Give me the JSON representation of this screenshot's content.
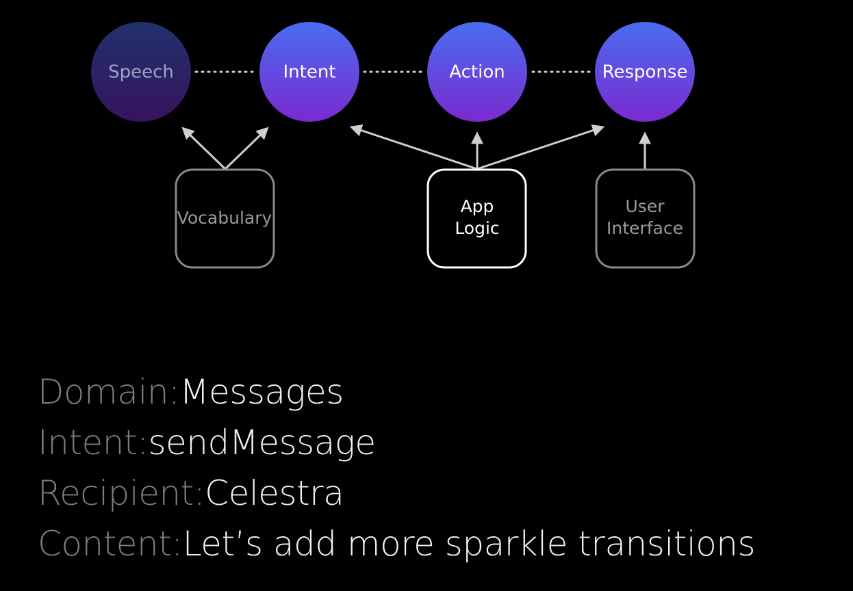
{
  "diagram": {
    "nodes": [
      {
        "id": "speech",
        "label": "Speech",
        "dimmed": true
      },
      {
        "id": "intent",
        "label": "Intent",
        "dimmed": false
      },
      {
        "id": "action",
        "label": "Action",
        "dimmed": false
      },
      {
        "id": "response",
        "label": "Response",
        "dimmed": false
      }
    ],
    "boxes": [
      {
        "id": "vocabulary",
        "lines": [
          "Vocabulary"
        ],
        "highlighted": false
      },
      {
        "id": "app-logic",
        "lines": [
          "App",
          "Logic"
        ],
        "highlighted": true
      },
      {
        "id": "user-interface",
        "lines": [
          "User",
          "Interface"
        ],
        "highlighted": false
      }
    ],
    "edges": [
      {
        "from": "vocabulary",
        "to": "speech"
      },
      {
        "from": "vocabulary",
        "to": "intent"
      },
      {
        "from": "app-logic",
        "to": "intent"
      },
      {
        "from": "app-logic",
        "to": "action"
      },
      {
        "from": "app-logic",
        "to": "response"
      },
      {
        "from": "user-interface",
        "to": "response"
      }
    ],
    "colors": {
      "background": "#000000",
      "node_top": "#4a6df0",
      "node_bottom": "#7a2ad0",
      "node_dimmed_opacity": 0.45,
      "connector": "#cfcfcf",
      "box_stroke": "#8a8a8a",
      "box_stroke_highlight": "#ffffff",
      "box_text": "#9a9a9a",
      "box_text_highlight": "#ffffff"
    }
  },
  "details": {
    "domain": {
      "key": "Domain:",
      "value": "Messages"
    },
    "intent": {
      "key": "Intent:",
      "value": "sendMessage"
    },
    "recipient": {
      "key": "Recipient:",
      "value": "Celestra"
    },
    "content": {
      "key": "Content:",
      "value": "Let’s add more sparkle transitions"
    }
  }
}
